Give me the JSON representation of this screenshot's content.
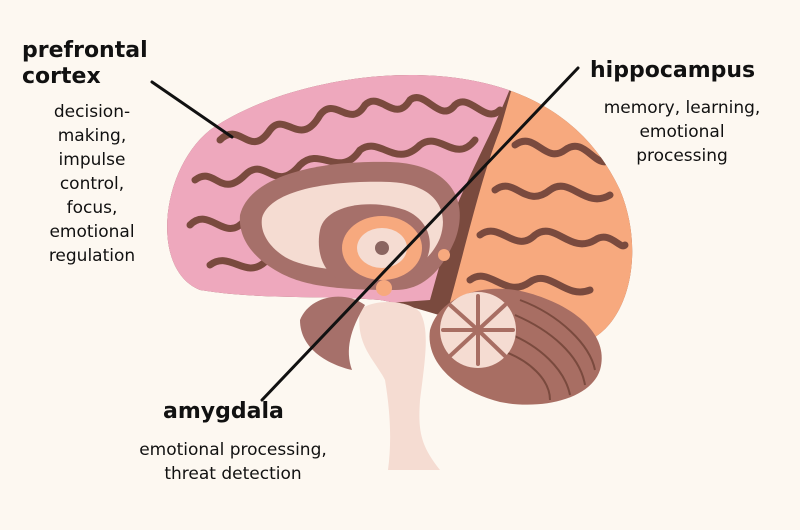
{
  "labels": {
    "prefrontal_cortex": {
      "title_lines": [
        "prefrontal",
        "cortex"
      ],
      "description_lines": [
        "decision-",
        "making,",
        "impulse",
        "control,",
        "focus,",
        "emotional",
        "regulation"
      ]
    },
    "hippocampus": {
      "title": "hippocampus",
      "description_lines": [
        "memory, learning,",
        "emotional",
        "processing"
      ]
    },
    "amygdala": {
      "title": "amygdala",
      "description_lines": [
        "emotional processing,",
        "threat detection"
      ]
    }
  },
  "colors": {
    "background": "#fdf8f1",
    "cortex": "#eea8bd",
    "cortex_outline": "#7a4a3e",
    "occipital_region": "#f7a97e",
    "inner_brain": "#a6706a",
    "inner_light": "#f5dcd2",
    "cerebellum": "#a86e63",
    "brainstem": "#f5dcd2",
    "pointer_line": "#111111"
  }
}
